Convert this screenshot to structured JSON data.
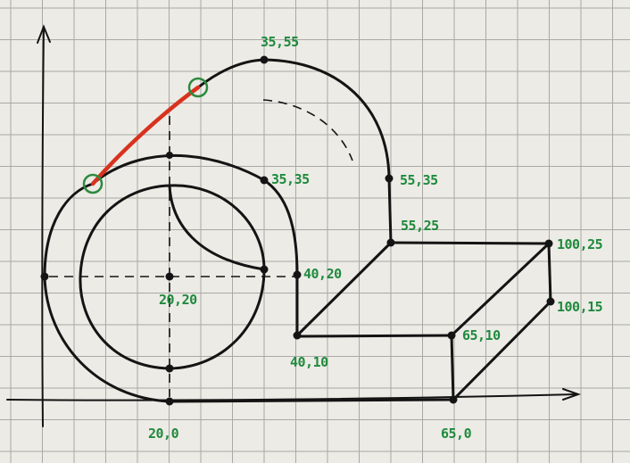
{
  "colors": {
    "paper": "#ecebe6",
    "grid": "#a9a8a4",
    "ink": "#141414",
    "label": "#1f8a3c",
    "highlight": "#d8321e",
    "circle_marker": "#2d8a3e"
  },
  "labels": {
    "p_35_55": "35,55",
    "p_35_35": "35,35",
    "p_55_35": "55,35",
    "p_55_25": "55,25",
    "p_100_25": "100,25",
    "p_100_15": "100,15",
    "p_40_20": "40,20",
    "p_20_20": "20,20",
    "p_65_10": "65,10",
    "p_40_10": "40,10",
    "p_20_0": "20,0",
    "p_65_0": "65,0"
  }
}
